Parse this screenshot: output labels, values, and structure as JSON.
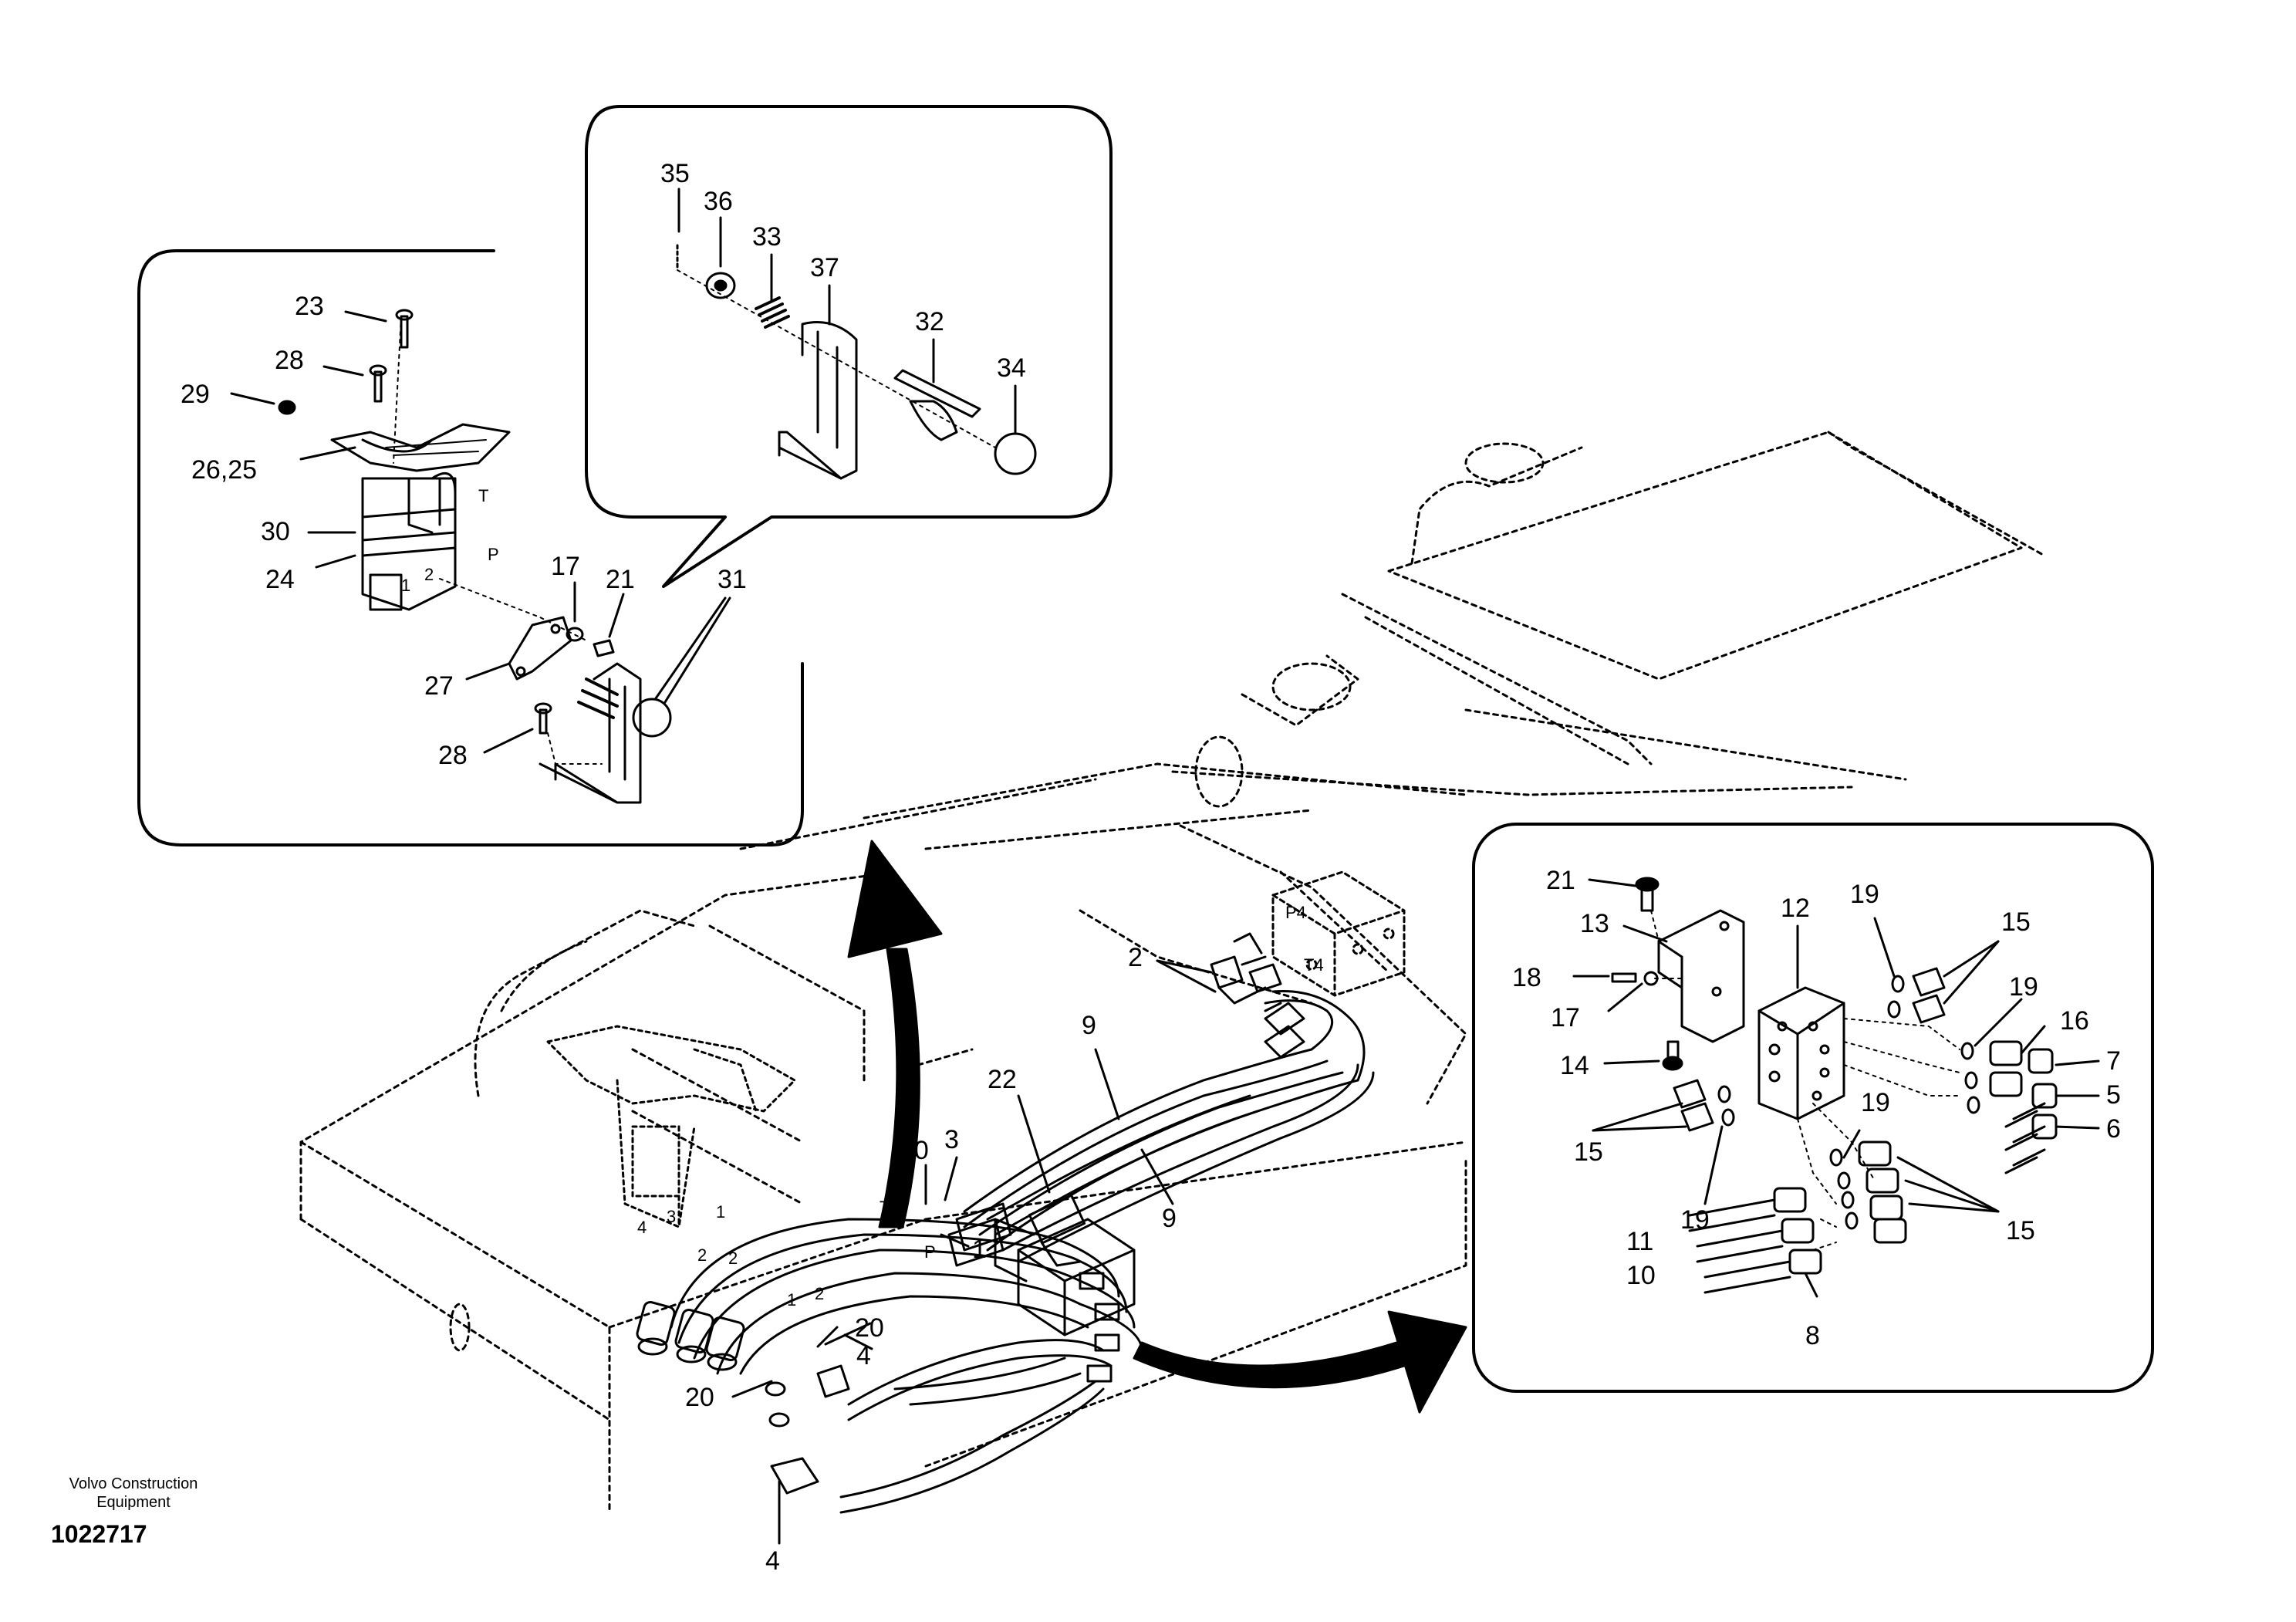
{
  "footer": {
    "maker_line1": "Volvo Construction",
    "maker_line2": "Equipment",
    "drawing_number": "1022717"
  },
  "callouts": {
    "c35": "35",
    "c36": "36",
    "c33": "33",
    "c37": "37",
    "c32": "32",
    "c34": "34",
    "c31": "31",
    "c23": "23",
    "c28a": "28",
    "c29": "29",
    "c2625": "26,25",
    "c30": "30",
    "c24": "24",
    "c17a": "17",
    "c21a": "21",
    "c27": "27",
    "c28b": "28",
    "c2a": "2",
    "c9a": "9",
    "c9b": "9",
    "c22": "22",
    "c20a": "20",
    "c3": "3",
    "c1a": "1",
    "c20b": "20",
    "c4a": "4",
    "c20c": "20",
    "c4b": "4",
    "c21b": "21",
    "c13": "13",
    "c12": "12",
    "c19a": "19",
    "c15a": "15",
    "c18": "18",
    "c17b": "17",
    "c19b": "19",
    "c16": "16",
    "c14": "14",
    "c7": "7",
    "c5": "5",
    "c6": "6",
    "c15b": "15",
    "c19c": "19",
    "c19d": "19",
    "c15c": "15",
    "c11": "11",
    "c10": "10",
    "c8": "8"
  },
  "port_labels": {
    "T_pedal": "T",
    "P_pedal": "P",
    "one_pedal": "1",
    "two_pedal": "2",
    "P4": "P4",
    "T4": "T4",
    "T_main": "T",
    "P_main": "P",
    "n4": "4",
    "n3": "3",
    "n1": "1",
    "n2": "2",
    "n2b": "2",
    "n1b": "1",
    "n2c": "2"
  }
}
